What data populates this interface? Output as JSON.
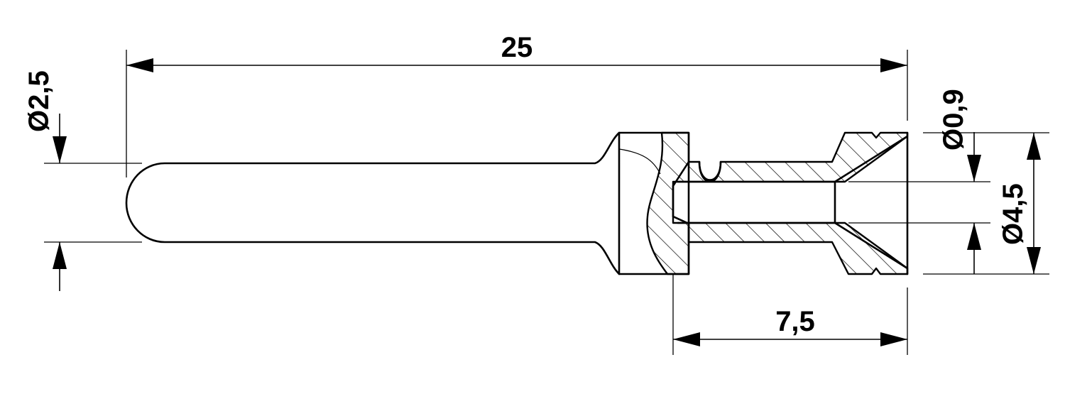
{
  "dimensions": {
    "overall_length": "25",
    "socket_length": "7,5",
    "pin_diameter": "Ø2,5",
    "hole_diameter": "Ø0,9",
    "collar_diameter": "Ø4,5"
  },
  "colors": {
    "line": "#000000",
    "background": "#ffffff"
  }
}
